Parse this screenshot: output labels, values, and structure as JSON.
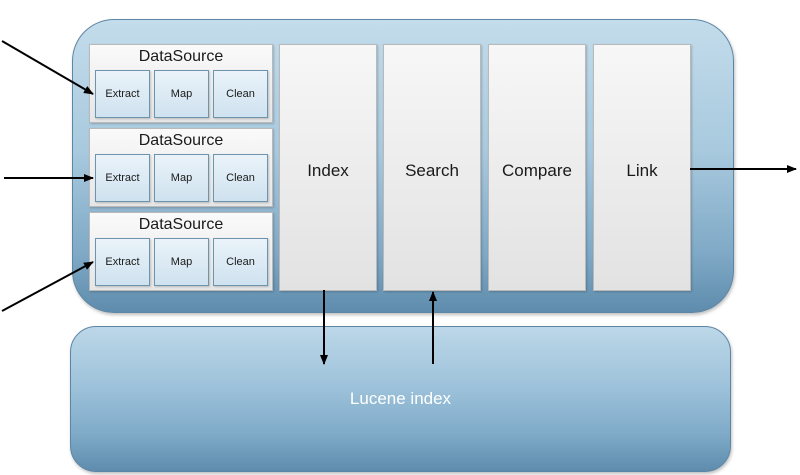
{
  "pipeline": {
    "data_sources": [
      {
        "title": "DataSource",
        "operations": [
          "Extract",
          "Map",
          "Clean"
        ]
      },
      {
        "title": "DataSource",
        "operations": [
          "Extract",
          "Map",
          "Clean"
        ]
      },
      {
        "title": "DataSource",
        "operations": [
          "Extract",
          "Map",
          "Clean"
        ]
      }
    ],
    "stages": [
      "Index",
      "Search",
      "Compare",
      "Link"
    ]
  },
  "storage": {
    "label": "Lucene index"
  },
  "colors": {
    "panel": "#a8c9de",
    "panel_dark": "#5f8cad",
    "operation_box": "#cfe2ef",
    "stage_box": "#eeeeee",
    "arrow": "#000000"
  }
}
